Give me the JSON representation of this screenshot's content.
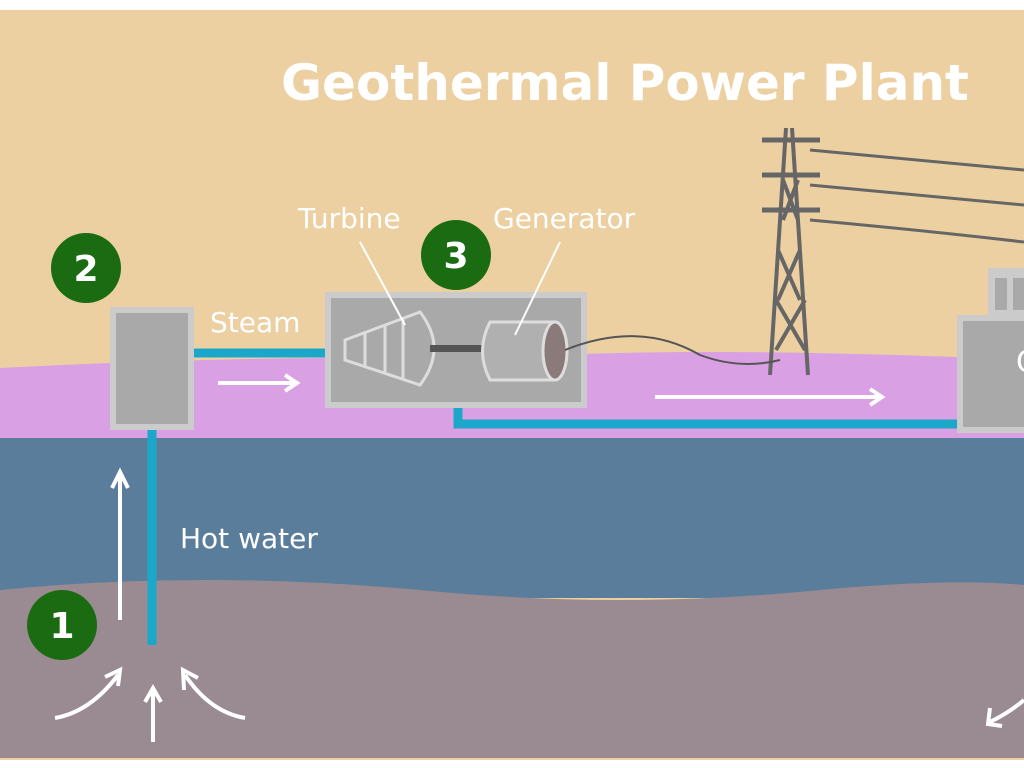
{
  "title": "Geothermal Power Plant",
  "labels": {
    "steam": "Steam",
    "hot_water": "Hot water",
    "turbine": "Turbine",
    "generator": "Generator",
    "partial_box_letter": "C"
  },
  "steps": [
    "1",
    "2",
    "3"
  ],
  "colors": {
    "sky": "#ecd0a2",
    "surface": "#d9a0e3",
    "water": "#5b7d9c",
    "rock": "#9a8a92",
    "badge": "#1b6b12",
    "pipe": "#1ba7c9",
    "box": "#a9a9a9",
    "box_border": "#cbcbcb"
  }
}
